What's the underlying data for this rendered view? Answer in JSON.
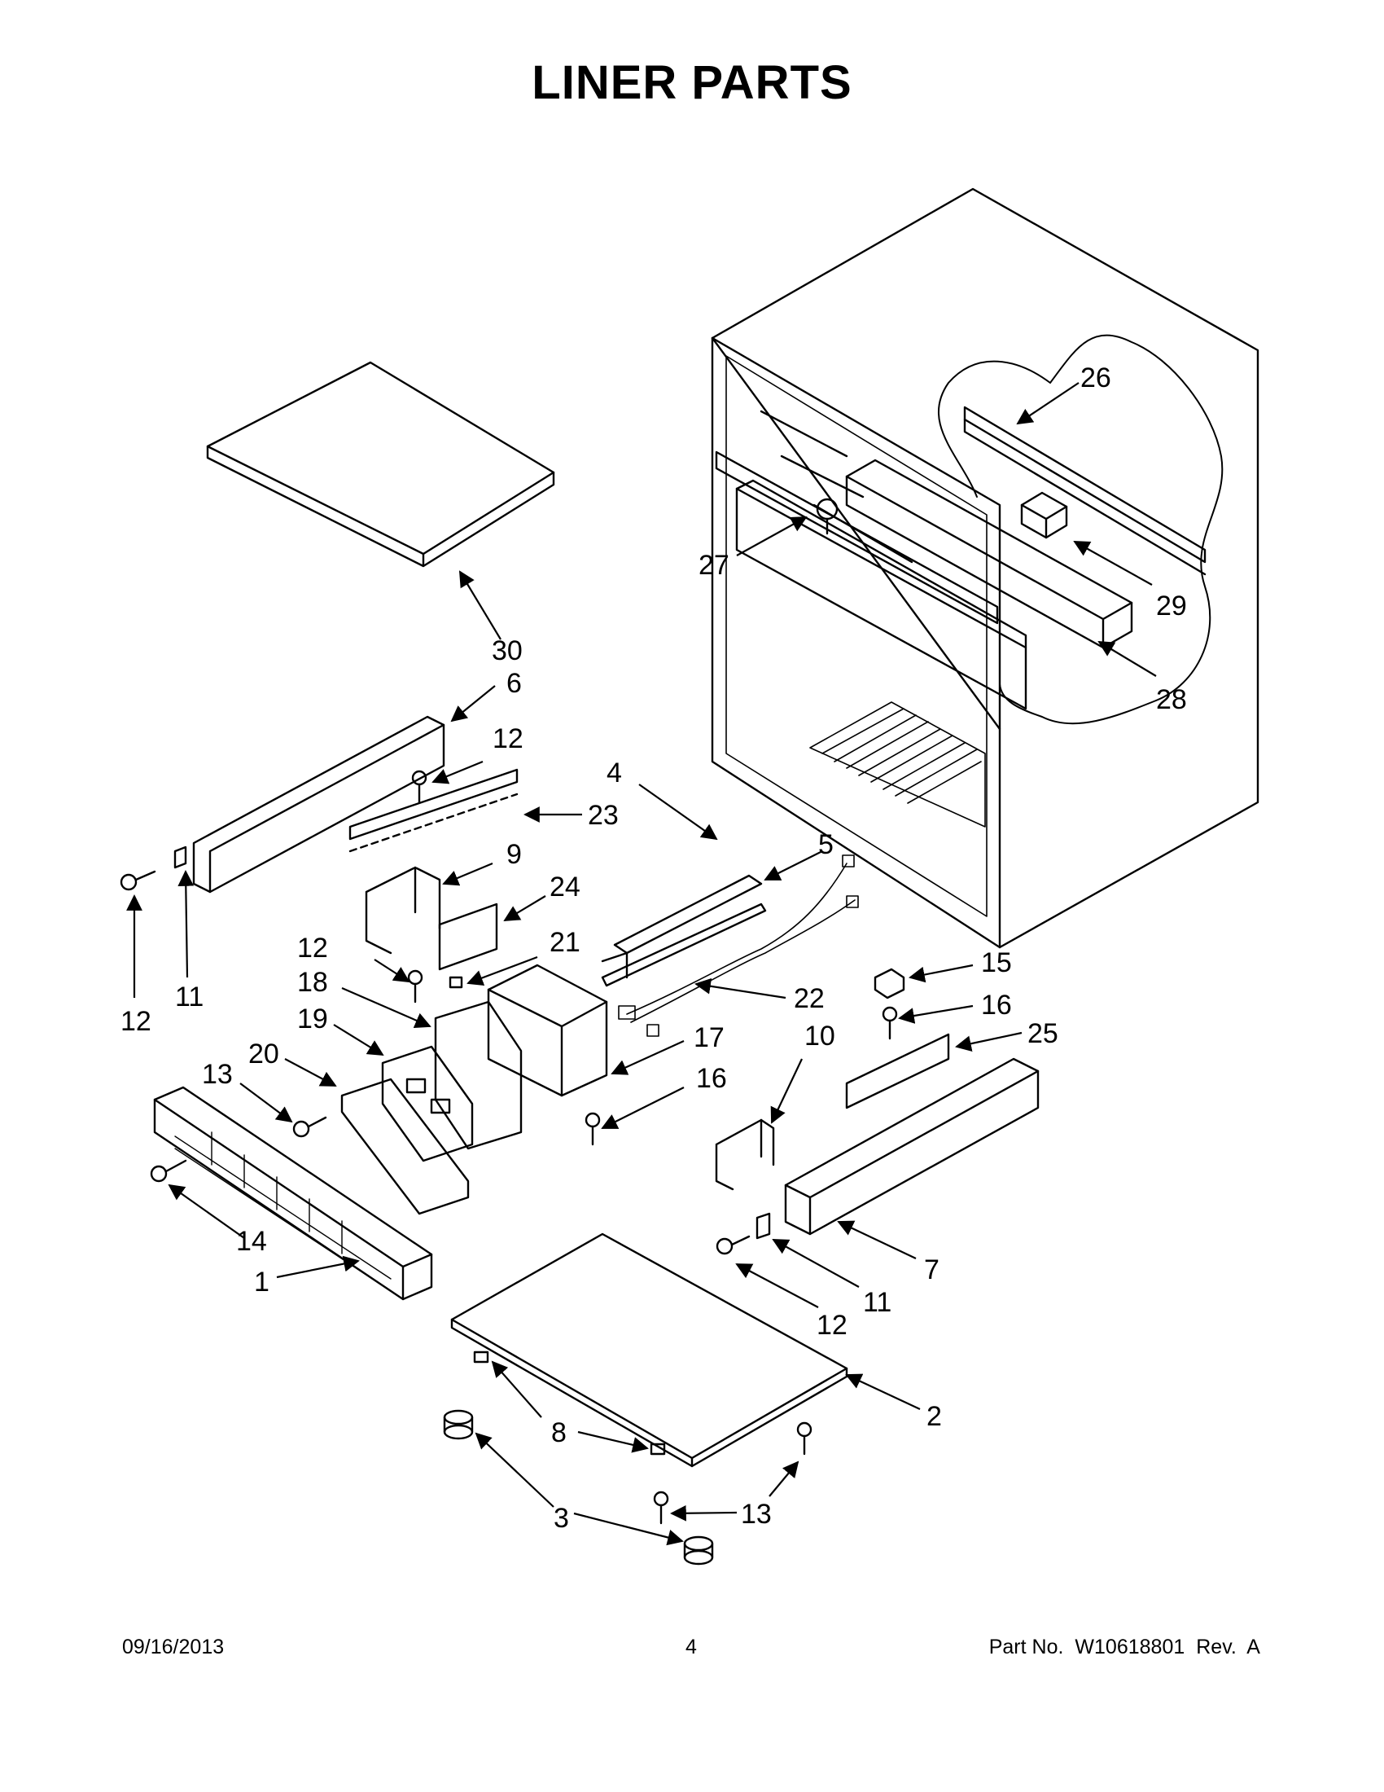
{
  "title": "LINER PARTS",
  "footer": {
    "date": "09/16/2013",
    "page": "4",
    "part_label": "Part No.",
    "part_number": "W10618801",
    "revision": "Rev.  A"
  },
  "callouts": {
    "c1": "1",
    "c2": "2",
    "c3": "3",
    "c4": "4",
    "c5": "5",
    "c6": "6",
    "c7": "7",
    "c8": "8",
    "c9": "9",
    "c10": "10",
    "c11a": "11",
    "c11b": "11",
    "c12a": "12",
    "c12b": "12",
    "c12c": "12",
    "c12d": "12",
    "c13a": "13",
    "c13b": "13",
    "c14": "14",
    "c15": "15",
    "c16a": "16",
    "c16b": "16",
    "c17": "17",
    "c18": "18",
    "c19": "19",
    "c20": "20",
    "c21": "21",
    "c22": "22",
    "c23": "23",
    "c24": "24",
    "c25": "25",
    "c26": "26",
    "c27": "27",
    "c28": "28",
    "c29": "29",
    "c30": "30"
  }
}
